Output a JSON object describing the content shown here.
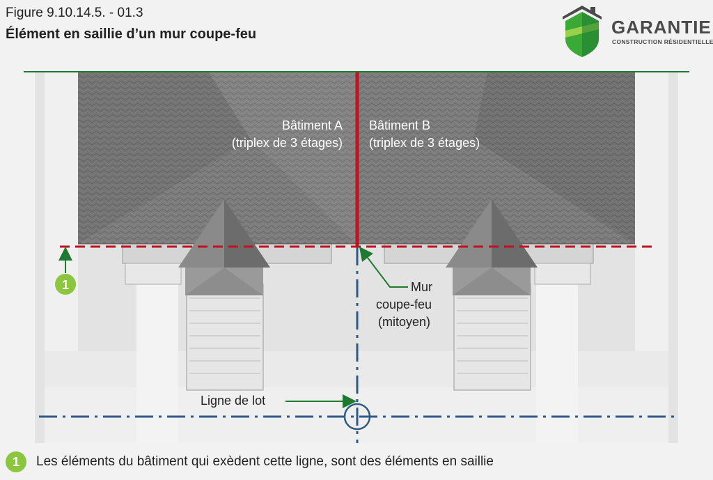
{
  "figure": {
    "number": "Figure 9.10.14.5. - 01.3",
    "title": "Élément en saillie d’un mur coupe-feu"
  },
  "brand": {
    "name": "GARANTIE",
    "subtitle": "CONSTRUCTION RÉSIDENTIELLE",
    "colors": {
      "green": "#3aa935",
      "dark_green": "#1e7a30",
      "gray": "#4a4a4a"
    }
  },
  "labels": {
    "building_a_line1": "Bâtiment A",
    "building_a_line2": "(triplex de 3 étages)",
    "building_b_line1": "Bâtiment B",
    "building_b_line2": "(triplex de 3 étages)",
    "firewall_line1": "Mur",
    "firewall_line2": "coupe-feu",
    "firewall_line3": "(mitoyen)",
    "lot_line": "Ligne de lot",
    "marker_number": "1"
  },
  "legend": {
    "number": "1",
    "text": "Les éléments du bâtiment qui exèdent cette ligne, sont des éléments en saillie"
  },
  "colors": {
    "firewall_red": "#c1121f",
    "lot_line_blue": "#2f5a87",
    "arrow_green": "#1e7a30",
    "badge_green": "#8cc63f",
    "roof_gray": "#7a7a7a"
  }
}
